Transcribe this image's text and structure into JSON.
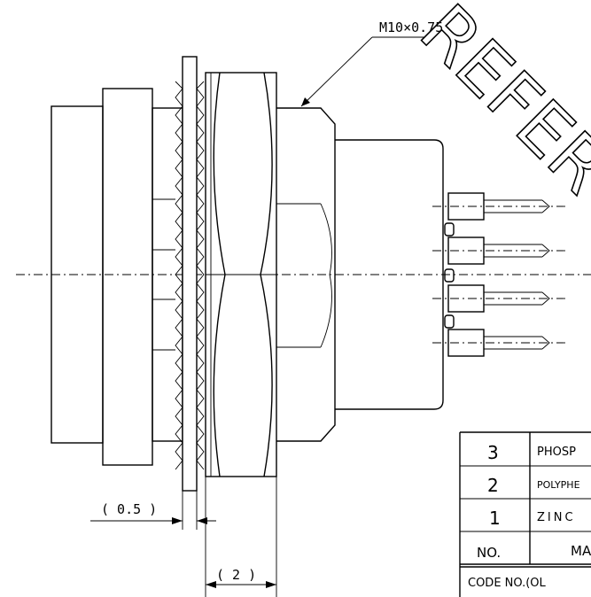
{
  "watermark": "REFER",
  "dimensions": {
    "thread": "M10×0.75",
    "flange_thickness": "( 0.5 )",
    "nut_width": "( 2 )"
  },
  "material_table": {
    "rows": [
      {
        "no": "3",
        "material": "PHOSP"
      },
      {
        "no": "2",
        "material": "POLYPHE"
      },
      {
        "no": "1",
        "material": "ZINC"
      }
    ],
    "header_no": "NO.",
    "header_material": "MA",
    "code_label": "CODE NO.(OL"
  }
}
